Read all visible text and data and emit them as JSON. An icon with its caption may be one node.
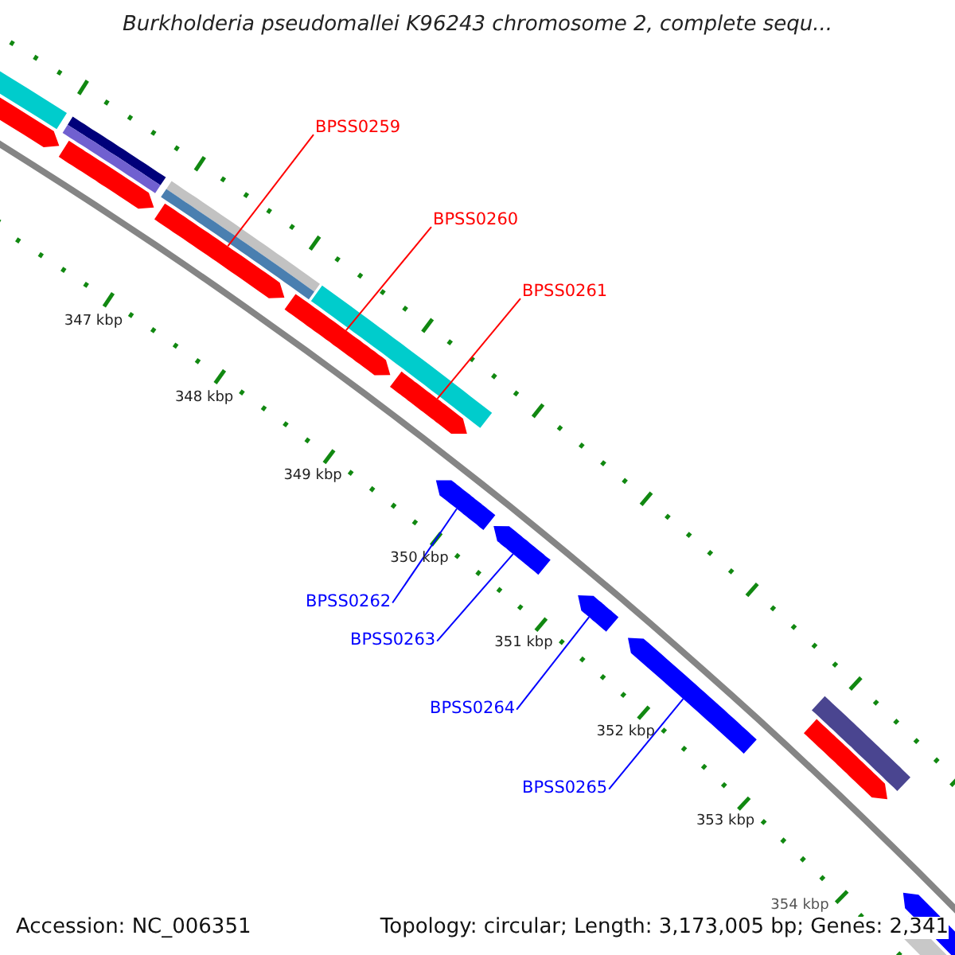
{
  "diagram": {
    "title": "Burkholderia pseudomallei K96243 chromosome 2, complete sequ...",
    "nodes": [
      {
        "text": [
          "BPSS0259"
        ]
      },
      {
        "text": [],
        "shape": "bar"
      },
      {
        "text": [
          "BPSS0260"
        ]
      },
      {
        "text": [],
        "shape": "bar"
      },
      {
        "text": [
          "BPSS0261"
        ]
      },
      {
        "text": [],
        "shape": "bar"
      },
      {
        "text": [
          "BPSS0262"
        ]
      },
      {
        "text": [],
        "shape": "bar"
      },
      {
        "text": [
          "BPSS0263"
        ]
      },
      {
        "text": [],
        "shape": "bar"
      },
      {
        "text": [
          "BPSS0264"
        ]
      },
      {
        "text": [],
        "shape": "bar"
      },
      {
        "text": [
          "BPSS0265"
        ]
      },
      {
        "text": [],
        "shape": "bar"
      }
    ],
    "edges": [
      {
        "from": 0,
        "to": 1,
        "arrow": "none",
        "color": "#ff0000"
      },
      {
        "from": 2,
        "to": 3,
        "arrow": "none",
        "color": "#ff0000"
      },
      {
        "from": 4,
        "to": 5,
        "arrow": "none",
        "color": "#ff0000"
      },
      {
        "from": 6,
        "to": 7,
        "arrow": "none",
        "color": "#0000ff"
      },
      {
        "from": 8,
        "to": 9,
        "arrow": "none",
        "color": "#0000ff"
      },
      {
        "from": 10,
        "to": 11,
        "arrow": "none",
        "color": "#0000ff"
      },
      {
        "from": 12,
        "to": 13,
        "arrow": "none",
        "color": "#0000ff"
      }
    ],
    "labels": [
      "347 kbp",
      "348 kbp",
      "349 kbp",
      "350 kbp",
      "351 kbp",
      "352 kbp",
      "353 kbp",
      "354 kbp",
      "Accession: NC_006351",
      "Topology: circular; Length: 3,173,005 bp; Genes: 2,341"
    ]
  }
}
